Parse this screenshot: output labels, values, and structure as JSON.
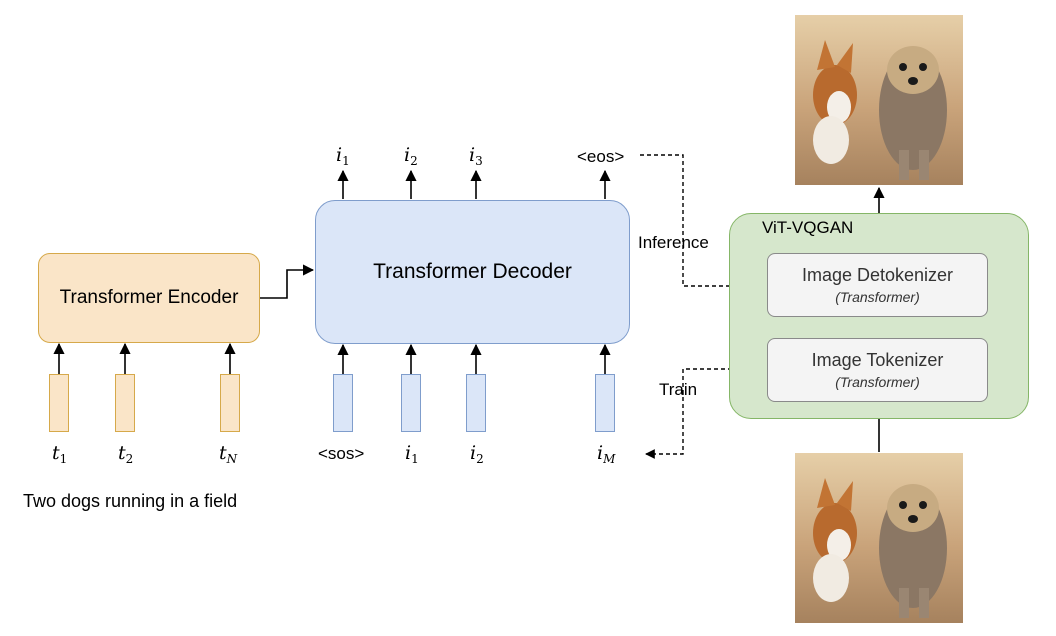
{
  "encoder": {
    "label": "Transformer Encoder"
  },
  "decoder": {
    "label": "Transformer Decoder"
  },
  "vit": {
    "title": "ViT-VQGAN",
    "detokenizer": {
      "label": "Image Detokenizer",
      "sub": "(Transformer)"
    },
    "tokenizer": {
      "label": "Image Tokenizer",
      "sub": "(Transformer)"
    }
  },
  "labels": {
    "inference": "Inference",
    "train": "Train",
    "caption": "Two dogs running in a field"
  },
  "text_tokens": [
    {
      "base": "t",
      "sub": "1"
    },
    {
      "base": "t",
      "sub": "2"
    },
    {
      "base": "t",
      "sub": "N"
    }
  ],
  "decoder_inputs": [
    {
      "plain": "<sos>"
    },
    {
      "base": "i",
      "sub": "1"
    },
    {
      "base": "i",
      "sub": "2"
    },
    {
      "base": "i",
      "sub": "M"
    }
  ],
  "decoder_outputs": [
    {
      "base": "i",
      "sub": "1"
    },
    {
      "base": "i",
      "sub": "2"
    },
    {
      "base": "i",
      "sub": "3"
    },
    {
      "plain": "<eos>"
    }
  ],
  "colors": {
    "encoder_fill": "#fae5c8",
    "decoder_fill": "#dbe6f8",
    "vit_fill": "#d6e7cc"
  }
}
